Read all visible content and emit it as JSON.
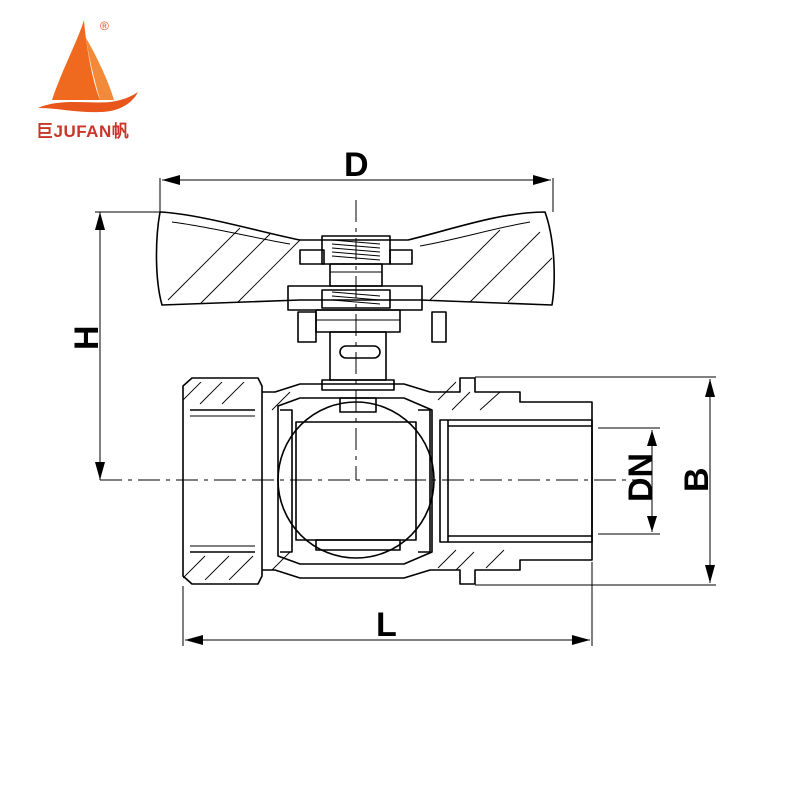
{
  "logo": {
    "text": "巨JUFAN帆",
    "registered_mark": "®",
    "sail_color": "#ef6a1f",
    "wave_color": "#e8561c",
    "text_color": "#c8362a"
  },
  "dimensions": {
    "d_label": "D",
    "h_label": "H",
    "dn_label": "DN",
    "b_label": "B",
    "l_label": "L"
  }
}
